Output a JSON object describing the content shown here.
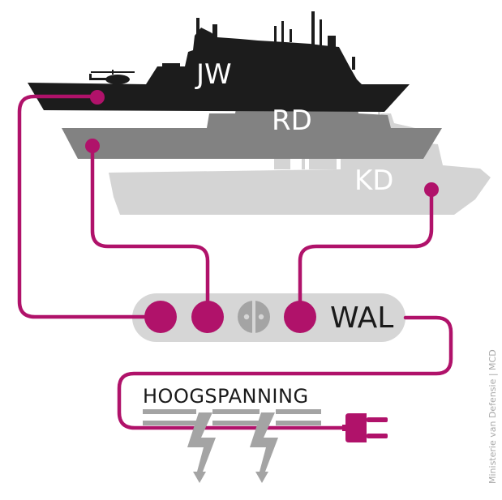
{
  "labels": {
    "ship_jw": "JW",
    "ship_rd": "RD",
    "ship_kd": "KD",
    "shore": "WAL",
    "high_voltage": "HOOGSPANNING",
    "credit": "Ministerie van Defensie | MCD"
  },
  "colors": {
    "cable": "#b0126a",
    "ship_jw": "#1c1c1c",
    "ship_rd": "#828282",
    "ship_kd": "#d4d4d4",
    "connector_bar": "#d6d6d6",
    "bolt": "#a4a4a4"
  },
  "icons": [
    "helicopter-icon",
    "socket-icon",
    "plug-icon",
    "lightning-bolt-icon"
  ]
}
